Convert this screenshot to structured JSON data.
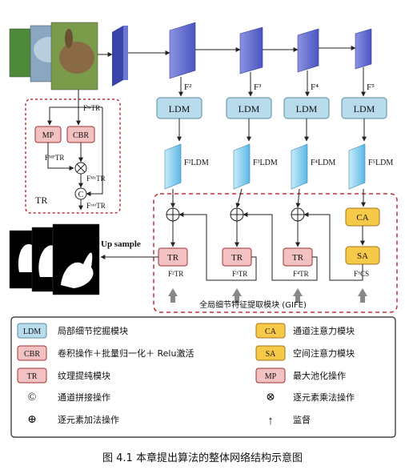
{
  "feature_labels": [
    "F²",
    "F³",
    "F⁴",
    "F⁵"
  ],
  "ldm_label": "LDM",
  "ldm_feature_labels": [
    "F²LDM",
    "F³LDM",
    "F⁴LDM",
    "F⁵LDM"
  ],
  "tr_module": {
    "input_label": "FᴵⁿTR",
    "mp_label": "MP",
    "cbr_label": "CBR",
    "mp_out_label": "FᴹᴾTR",
    "mc_label": "FᴹᶜTR",
    "out_label": "FᵒᵘᵗTR",
    "module_name": "TR"
  },
  "gife": {
    "tr_label": "TR",
    "tr_out_labels": [
      "F²TR",
      "F³TR",
      "F⁴TR"
    ],
    "ca_label": "CA",
    "sa_label": "SA",
    "sa_out_label": "F⁵CS",
    "up_sample": "Up sample",
    "title": "全局细节特征提取模块 (GIFE)"
  },
  "legend": {
    "items": [
      {
        "key": "LDM",
        "text": "局部细节挖掘模块"
      },
      {
        "key": "CA",
        "text": "通道注意力模块"
      },
      {
        "key": "CBR",
        "text": "卷积操作＋批量归一化＋ Relu激活"
      },
      {
        "key": "SA",
        "text": "空间注意力模块"
      },
      {
        "key": "TR",
        "text": "纹理提纯模块"
      },
      {
        "key": "MP",
        "text": "最大池化操作"
      },
      {
        "key": "©",
        "text": "通道拼接操作"
      },
      {
        "key": "⊗",
        "text": "逐元素乘法操作"
      },
      {
        "key": "⊕",
        "text": "逐元素加法操作"
      },
      {
        "key": "↑",
        "text": "监督"
      }
    ]
  },
  "caption": "图 4.1  本章提出算法的整体网络结构示意图",
  "colors": {
    "ldm_fill": "#b9dcec",
    "tr_fill": "#f2c2c2",
    "tr_stroke": "#a03030",
    "casa_fill": "#f6c948",
    "backbone": "#5560c8",
    "ldm_feature": "#7ec8ec",
    "dashed": "#c03030"
  }
}
